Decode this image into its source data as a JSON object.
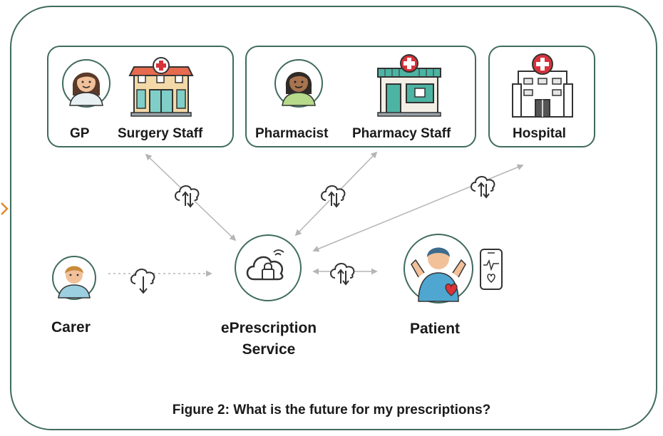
{
  "groups": {
    "gp": {
      "gp_label": "GP",
      "staff_label": "Surgery Staff"
    },
    "pharmacy": {
      "pharmacist_label": "Pharmacist",
      "staff_label": "Pharmacy Staff"
    },
    "hospital": {
      "label": "Hospital"
    }
  },
  "nodes": {
    "carer": "Carer",
    "service": "ePrescription Service",
    "patient": "Patient"
  },
  "caption": "Figure 2: What is the future for my prescriptions?",
  "colors": {
    "border": "#3f6b5e",
    "arrow": "#b5b5b5",
    "accent_red": "#d8323a",
    "skin": "#f2c19a",
    "roof": "#e66a4e"
  }
}
